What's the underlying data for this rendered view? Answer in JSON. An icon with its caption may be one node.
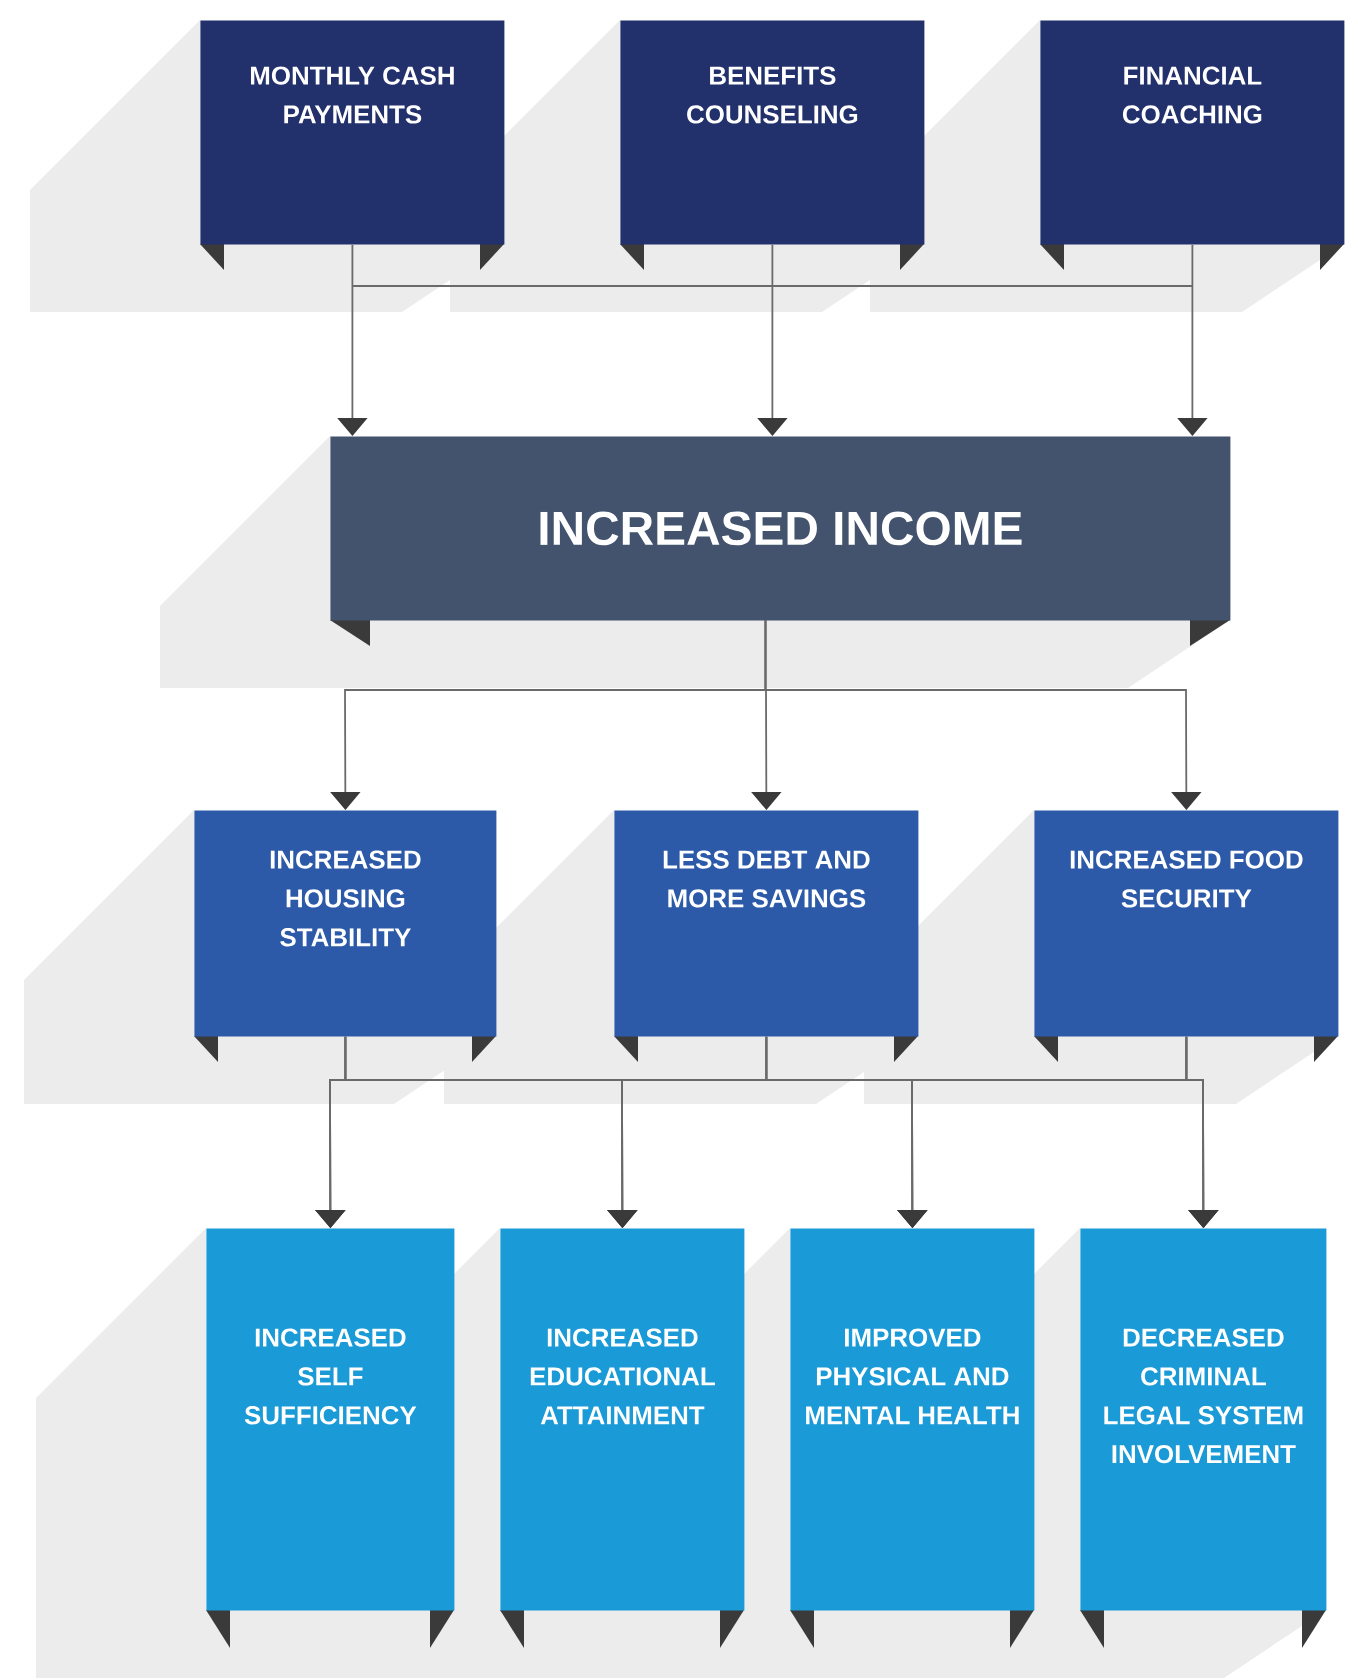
{
  "diagram": {
    "nodes": [
      {
        "text": [
          "MONTHLY CASH PAYMENTS"
        ]
      },
      {
        "text": [
          "BENEFITS COUNSELING"
        ]
      },
      {
        "text": [
          "FINANCIAL COACHING"
        ]
      },
      {
        "text": [
          "INCREASED INCOME"
        ]
      },
      {
        "text": [
          "INCREASED HOUSING STABILITY"
        ]
      },
      {
        "text": [
          "LESS DEBT AND MORE SAVINGS"
        ]
      },
      {
        "text": [
          "INCREASED FOOD SECURITY"
        ]
      },
      {
        "text": [
          "INCREASED SELF SUFFICIENCY"
        ]
      },
      {
        "text": [
          "INCREASED EDUCATIONAL ATTAINMENT"
        ]
      },
      {
        "text": [
          "IMPROVED PHYSICAL AND MENTAL HEALTH"
        ]
      },
      {
        "text": [
          "DECREASED CRIMINAL LEGAL SYSTEM INVOLVEMENT"
        ]
      }
    ],
    "edges": [
      {
        "from": 0,
        "to": 3,
        "arrow": "to"
      },
      {
        "from": 1,
        "to": 3,
        "arrow": "to"
      },
      {
        "from": 2,
        "to": 3,
        "arrow": "to"
      },
      {
        "from": 3,
        "to": 4,
        "arrow": "to"
      },
      {
        "from": 3,
        "to": 5,
        "arrow": "to"
      },
      {
        "from": 3,
        "to": 6,
        "arrow": "to"
      },
      {
        "from": 4,
        "to": 7,
        "arrow": "to"
      },
      {
        "from": 4,
        "to": 8,
        "arrow": "to"
      },
      {
        "from": 4,
        "to": 9,
        "arrow": "to"
      },
      {
        "from": 4,
        "to": 10,
        "arrow": "to"
      },
      {
        "from": 5,
        "to": 7,
        "arrow": "to"
      },
      {
        "from": 5,
        "to": 8,
        "arrow": "to"
      },
      {
        "from": 5,
        "to": 9,
        "arrow": "to"
      },
      {
        "from": 5,
        "to": 10,
        "arrow": "to"
      },
      {
        "from": 6,
        "to": 7,
        "arrow": "to"
      },
      {
        "from": 6,
        "to": 8,
        "arrow": "to"
      },
      {
        "from": 6,
        "to": 9,
        "arrow": "to"
      },
      {
        "from": 6,
        "to": 10,
        "arrow": "to"
      }
    ]
  }
}
